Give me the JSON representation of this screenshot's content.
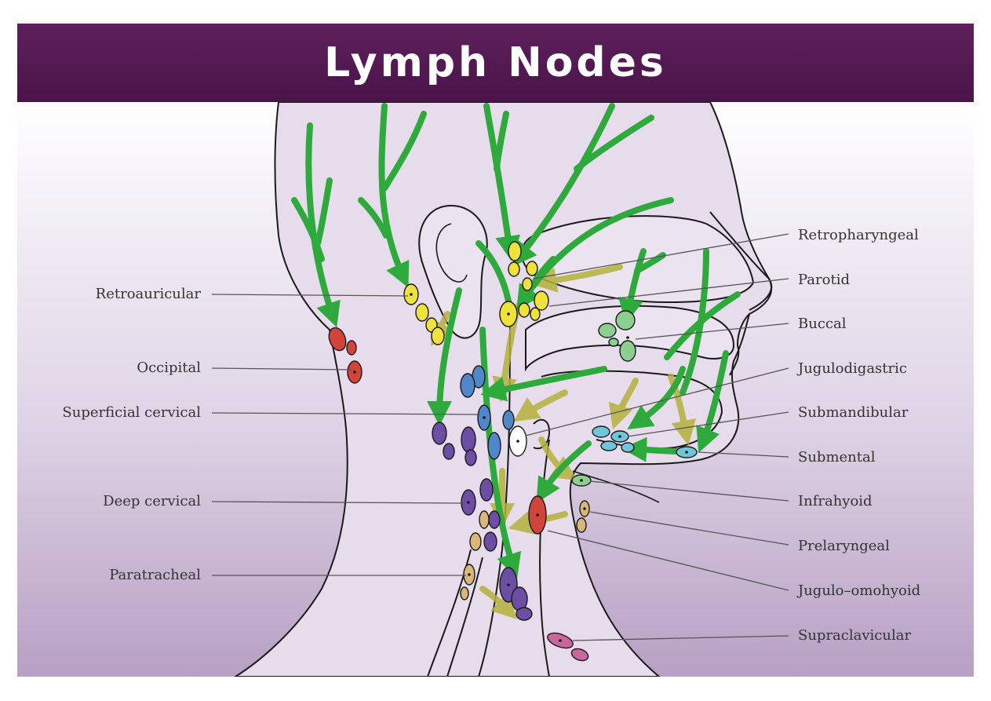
{
  "title": "Lymph Nodes",
  "labels_left": [
    {
      "key": "retroauricular",
      "text": "Retroauricular"
    },
    {
      "key": "occipital",
      "text": "Occipital"
    },
    {
      "key": "superficial_cervical",
      "text": "Superficial cervical"
    },
    {
      "key": "deep_cervical",
      "text": "Deep cervical"
    },
    {
      "key": "paratracheal",
      "text": "Paratracheal"
    }
  ],
  "labels_right": [
    {
      "key": "retropharyngeal",
      "text": "Retropharyngeal"
    },
    {
      "key": "parotid",
      "text": "Parotid"
    },
    {
      "key": "buccal",
      "text": "Buccal"
    },
    {
      "key": "jugulodigastric",
      "text": "Jugulodigastric"
    },
    {
      "key": "submandibular",
      "text": "Submandibular"
    },
    {
      "key": "submental",
      "text": "Submental"
    },
    {
      "key": "infrahyoid",
      "text": "Infrahyoid"
    },
    {
      "key": "prelaryngeal",
      "text": "Prelaryngeal"
    },
    {
      "key": "jugulo_omohyoid",
      "text": "Jugulo–omohyoid"
    },
    {
      "key": "supraclavicular",
      "text": "Supraclavicular"
    }
  ],
  "colors": {
    "title_bar": "#4f1a4d",
    "arrow_green": "#2eaa3c",
    "arrow_olive": "#b3b13a",
    "node_yellow": "#efe23a",
    "node_red": "#d0443a",
    "node_blue": "#4f87c8",
    "node_purple": "#6c4fa5",
    "node_green": "#8ccf8f",
    "node_cyan": "#6fc6d8",
    "node_tan": "#d8b878",
    "node_pink": "#c7679e",
    "outline": "#1a1a1a"
  }
}
